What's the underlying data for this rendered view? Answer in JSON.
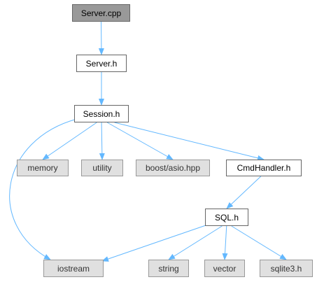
{
  "diagram": {
    "type": "include-dependency-graph",
    "edge_color": "#63b8ff",
    "nodes": {
      "server_cpp": {
        "label": "Server.cpp",
        "kind": "root"
      },
      "server_h": {
        "label": "Server.h",
        "kind": "local"
      },
      "session_h": {
        "label": "Session.h",
        "kind": "local"
      },
      "memory": {
        "label": "memory",
        "kind": "system"
      },
      "utility": {
        "label": "utility",
        "kind": "system"
      },
      "boost_asio": {
        "label": "boost/asio.hpp",
        "kind": "system"
      },
      "cmdhandler_h": {
        "label": "CmdHandler.h",
        "kind": "local"
      },
      "sql_h": {
        "label": "SQL.h",
        "kind": "local"
      },
      "iostream": {
        "label": "iostream",
        "kind": "system"
      },
      "string": {
        "label": "string",
        "kind": "system"
      },
      "vector": {
        "label": "vector",
        "kind": "system"
      },
      "sqlite3_h": {
        "label": "sqlite3.h",
        "kind": "system"
      }
    },
    "edges": [
      {
        "from": "server_cpp",
        "to": "server_h"
      },
      {
        "from": "server_h",
        "to": "session_h"
      },
      {
        "from": "session_h",
        "to": "memory"
      },
      {
        "from": "session_h",
        "to": "utility"
      },
      {
        "from": "session_h",
        "to": "boost_asio"
      },
      {
        "from": "session_h",
        "to": "cmdhandler_h"
      },
      {
        "from": "session_h",
        "to": "iostream"
      },
      {
        "from": "cmdhandler_h",
        "to": "sql_h"
      },
      {
        "from": "sql_h",
        "to": "iostream"
      },
      {
        "from": "sql_h",
        "to": "string"
      },
      {
        "from": "sql_h",
        "to": "vector"
      },
      {
        "from": "sql_h",
        "to": "sqlite3_h"
      }
    ]
  }
}
